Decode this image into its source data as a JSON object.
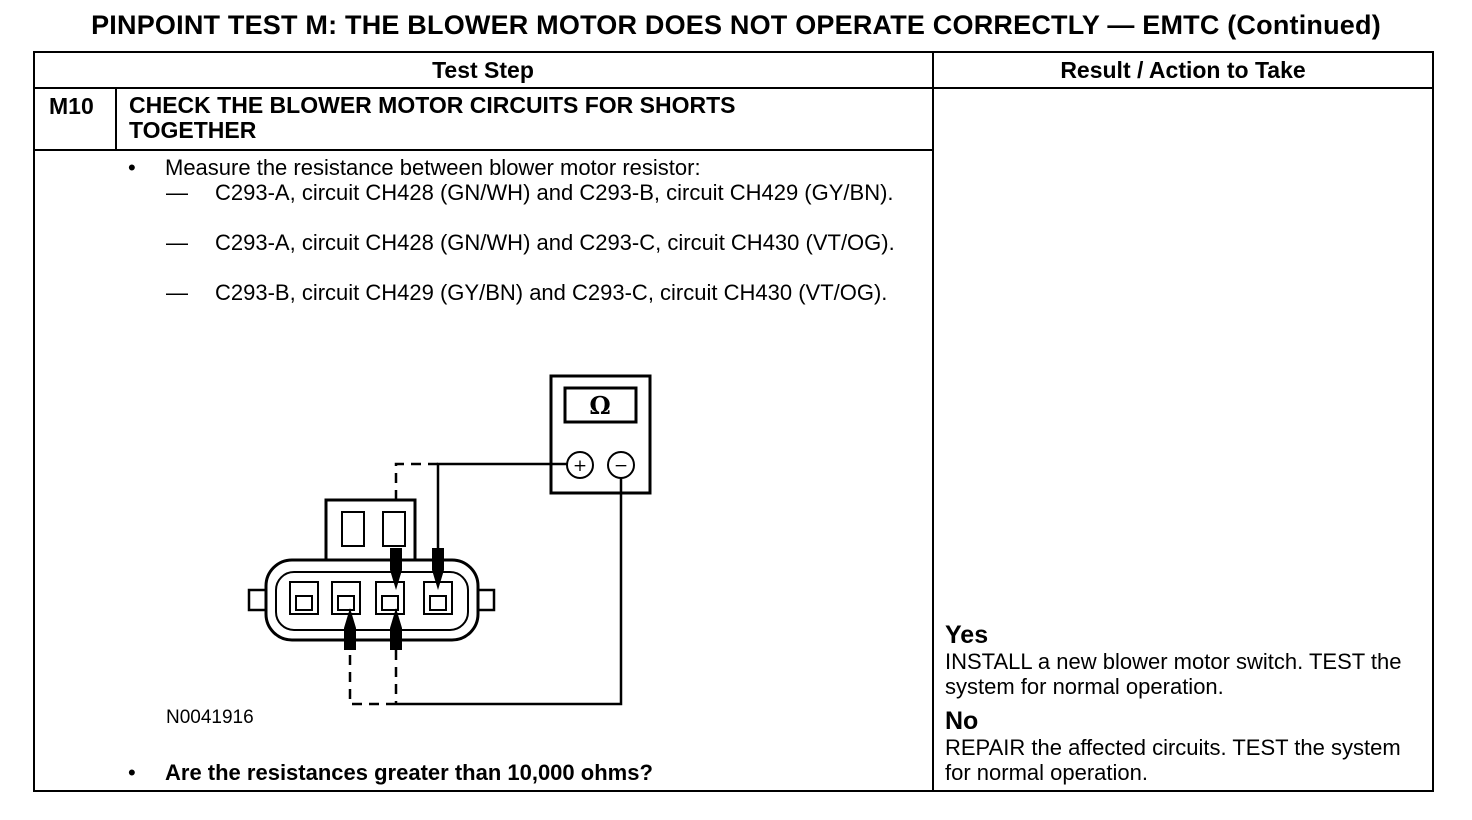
{
  "document": {
    "title": "PINPOINT TEST  M: THE BLOWER MOTOR DOES NOT OPERATE CORRECTLY — EMTC (Continued)"
  },
  "table": {
    "col_test_step": "Test Step",
    "col_result": "Result / Action to Take",
    "step": {
      "id": "M10",
      "title": "CHECK THE BLOWER MOTOR CIRCUITS FOR SHORTS TOGETHER",
      "bullet_symbol": "•",
      "instruction": "Measure the resistance between blower motor resistor:",
      "dash_symbol": "—",
      "measurements": [
        "C293-A, circuit CH428 (GN/WH) and C293-B, circuit CH429 (GY/BN).",
        "C293-A, circuit CH428 (GN/WH) and C293-C, circuit CH430 (VT/OG).",
        "C293-B, circuit CH429 (GY/BN) and C293-C, circuit CH430 (VT/OG)."
      ],
      "figure_id": "N0041916",
      "meter_symbol": "Ω",
      "plus_symbol": "+",
      "minus_symbol": "−",
      "question": "Are the resistances greater than 10,000 ohms?"
    },
    "results": {
      "yes_label": "Yes",
      "yes_action": "INSTALL a new blower motor switch. TEST the system for normal operation.",
      "no_label": "No",
      "no_action": "REPAIR the affected circuits. TEST the system for normal operation."
    }
  }
}
